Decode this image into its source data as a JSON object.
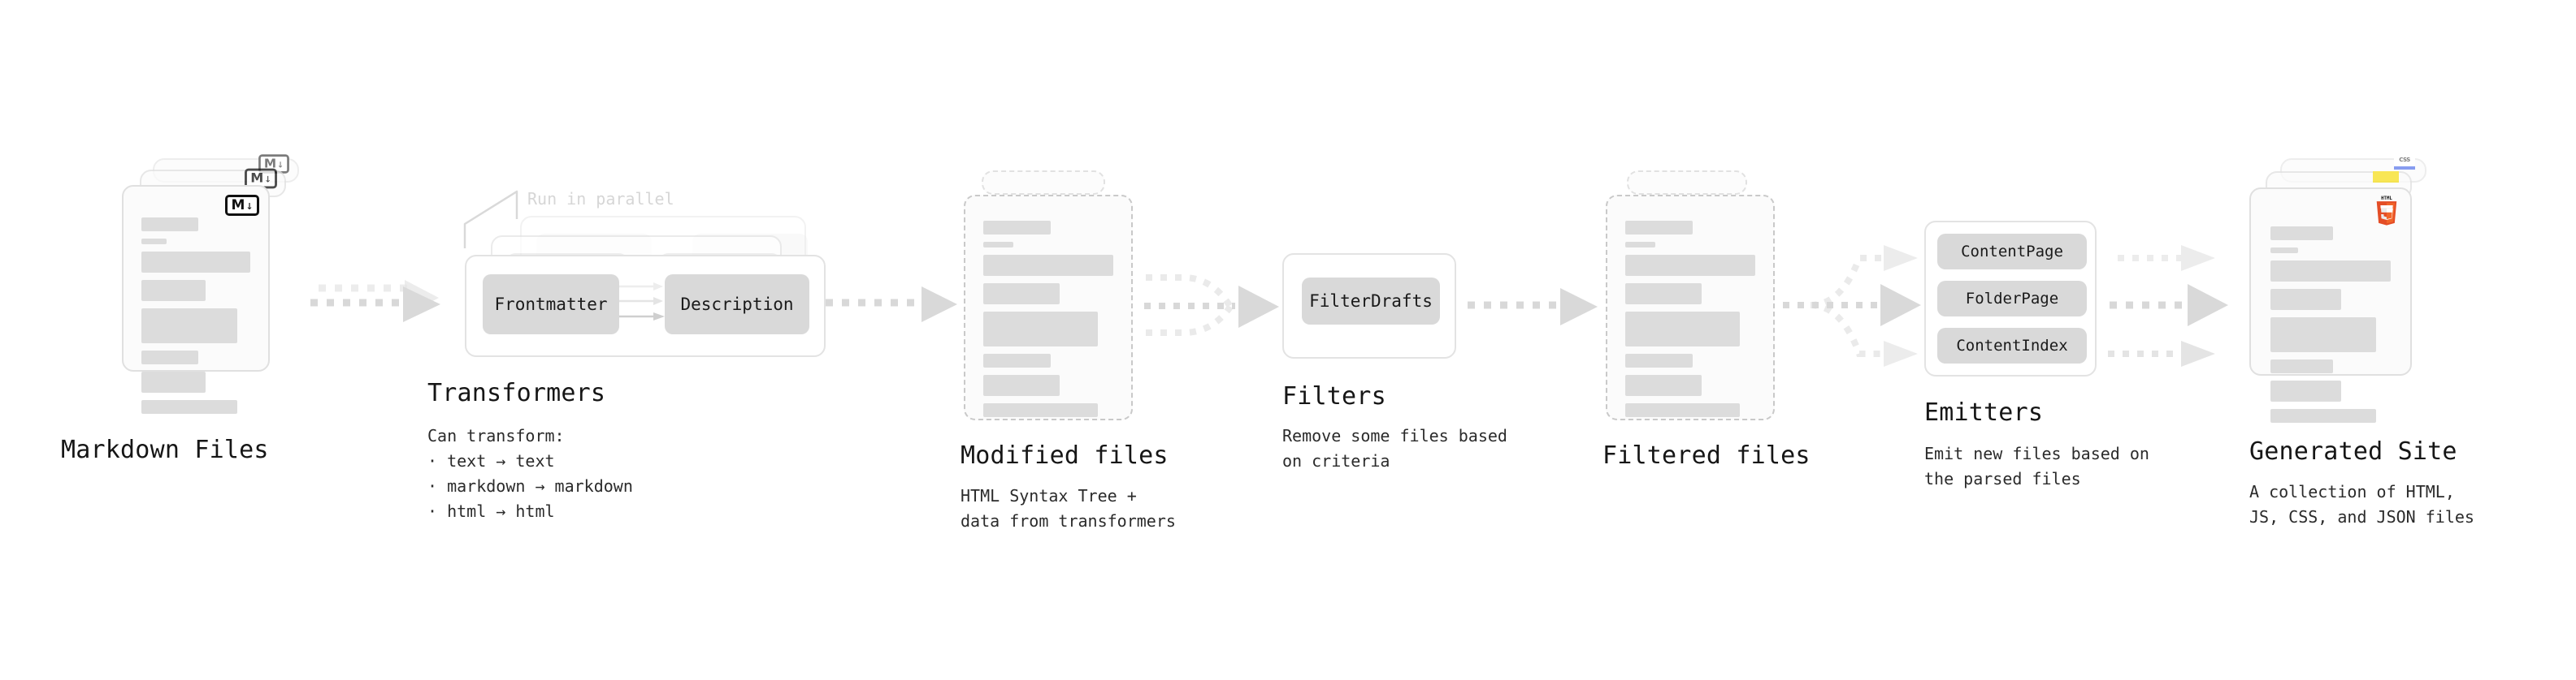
{
  "theme": {
    "background": "#ffffff",
    "text": "#161616",
    "muted_text": "#2b2b2b",
    "card_fill": "#fbfbfb",
    "card_border": "#e0e0e0",
    "dashed_border": "#c9c9c9",
    "skeleton_bar": "#dcdcdc",
    "pill_fill": "#d9d9d9",
    "group_border": "#e3e3e3",
    "arrow": "#d8d8d8",
    "brace": "#d6d6d6",
    "js_yellow": "#f7df1e",
    "css_blue": "#264de4",
    "html5_orange": "#e44d26",
    "html5_orange_light": "#f16529"
  },
  "pipeline": {
    "stages": [
      {
        "id": "markdown-files",
        "heading": "Markdown Files",
        "subtext": "",
        "icon": "markdown-badge",
        "icon_label": "M↓"
      },
      {
        "id": "transformers",
        "heading": "Transformers",
        "subtext": "Can transform:\n· text → text\n· markdown → markdown\n· html → html",
        "subtext_lines": [
          "Can transform:",
          "• text → text",
          "• markdown → markdown",
          "• html → html"
        ],
        "annotation": "Run in parallel",
        "pills": [
          "Frontmatter",
          "Description"
        ]
      },
      {
        "id": "modified-files",
        "heading": "Modified files",
        "subtext": "HTML Syntax Tree +\ndata from transformers"
      },
      {
        "id": "filters",
        "heading": "Filters",
        "subtext": "Remove some files based\non criteria",
        "pills": [
          "FilterDrafts"
        ]
      },
      {
        "id": "filtered-files",
        "heading": "Filtered files",
        "subtext": ""
      },
      {
        "id": "emitters",
        "heading": "Emitters",
        "subtext": "Emit new files based on\nthe parsed files",
        "pills": [
          "ContentPage",
          "FolderPage",
          "ContentIndex"
        ]
      },
      {
        "id": "generated-site",
        "heading": "Generated Site",
        "subtext": "A collection of HTML,\nJS, CSS, and JSON files",
        "icons": [
          "html5-icon",
          "js-icon",
          "css-icon"
        ],
        "icon_labels": [
          "HTML",
          "5",
          "CSS"
        ]
      }
    ]
  },
  "skeleton": {
    "rows": [
      {
        "w": 52,
        "h": 17
      },
      {
        "w": 23,
        "h": 7
      },
      {
        "w": 100,
        "h": 26
      },
      {
        "w": 59,
        "h": 26
      },
      {
        "w": 88,
        "h": 43
      },
      {
        "w": 52,
        "h": 17
      },
      {
        "w": 59,
        "h": 26
      },
      {
        "w": 88,
        "h": 17
      }
    ]
  }
}
